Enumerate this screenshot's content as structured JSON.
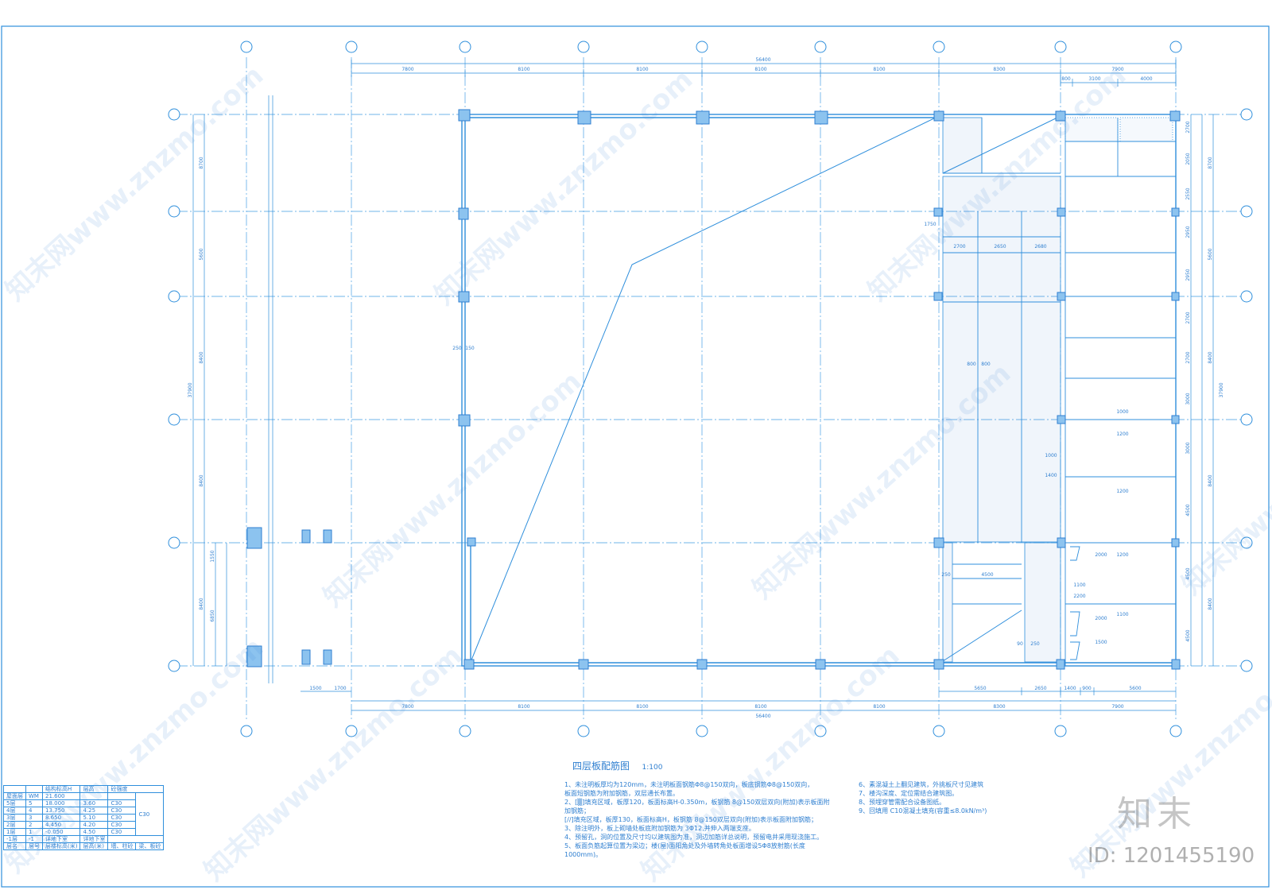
{
  "drawing": {
    "title": "四层板配筋图",
    "scale": "1:100",
    "dims": {
      "overall_top": "56400",
      "overall_bottom": "56400",
      "spans_top": [
        "7800",
        "8100",
        "8100",
        "8100",
        "8100",
        "8300",
        "7900"
      ],
      "spans_top_sub": [
        "800",
        "3100",
        "4000"
      ],
      "spans_bottom": [
        "7800",
        "8100",
        "8100",
        "8100",
        "8100",
        "8300",
        "7900"
      ],
      "spans_bottom_sub": [
        "5650",
        "2650",
        "1400",
        "900",
        "5600"
      ],
      "left_spans": [
        "8700",
        "5600",
        "8400",
        "8400",
        "8400"
      ],
      "left_total": "37900",
      "left_extra": [
        "1550",
        "6850"
      ],
      "left_bottom": [
        "1500",
        "1700"
      ],
      "right_spans": [
        "8700",
        "5600",
        "8400",
        "8400",
        "8400"
      ],
      "right_total": "37900",
      "right_sub": [
        "2700",
        "2050",
        "2550",
        "2950",
        "2950",
        "2700",
        "2700",
        "3000",
        "3000",
        "4500",
        "4500",
        "4500"
      ],
      "center_width": [
        "250",
        "150"
      ],
      "stair_dims": [
        "2700",
        "2650",
        "2680",
        "1750",
        "800",
        "800"
      ],
      "lower_dims": [
        "4500",
        "250",
        "90",
        "250"
      ],
      "room_dims": [
        "1000",
        "1200",
        "1200",
        "1200",
        "1000",
        "2000",
        "2000",
        "1500",
        "1100",
        "1100",
        "2200",
        "1400"
      ]
    }
  },
  "notes_left": [
    "1、未注明板厚均为120mm，未注明板面钢筋Φ8@150双向，板底钢筋Φ8@150双向，",
    "板面短钢筋为附加钢筋，双层通长布置。",
    "2、[▒]填充区域，板厚120，板面标高H-0.350m，板钢筋 8@150双层双向(附加)表示板面附加钢筋；",
    "[//]填充区域，板厚130，板面标高H，板钢筋 8@150双层双向(附加)表示板面附加钢筋；",
    "3、除注明外，板上砌墙处板底附加钢筋为 3Φ12,并伸入两端支座。",
    "4、预留孔，洞的位置及尺寸均以建筑图为准，洞边加筋详总说明，预留电井采用现浇施工。",
    "5、板面负筋起算位置为梁边；楼(屋)面阳角处及外墙转角处板面增设5Φ8放射筋(长度1000mm)。"
  ],
  "notes_right": [
    "6、素混凝土上翻见建筑，外挑板尺寸见建筑",
    "7、楼沟深度、定位需结合建筑图。",
    "8、预埋穿管需配合设备图纸。",
    "9、回填用 C10混凝土填充(容重≤8.0kN/m³)"
  ],
  "floor_table": {
    "headers": [
      "",
      "",
      "结构标高H",
      "层高",
      "砼强度"
    ],
    "rows": [
      [
        "屋面层",
        "WM",
        "21.600",
        "",
        ""
      ],
      [
        "5层",
        "5",
        "18.000",
        "3.60",
        "C30"
      ],
      [
        "4层",
        "4",
        "13.750",
        "4.25",
        "C30"
      ],
      [
        "3层",
        "3",
        "8.650",
        "5.10",
        "C30"
      ],
      [
        "2层",
        "2",
        "4.450",
        "4.20",
        "C30"
      ],
      [
        "1层",
        "1",
        "-0.050",
        "4.50",
        "C30"
      ],
      [
        "-1层",
        "-1",
        "详地下室",
        "详地下室",
        ""
      ]
    ],
    "merged_grade": "C30",
    "footer": [
      "层名",
      "层号",
      "层楼标高(米)",
      "层高(米)",
      "墙、柱砼",
      "梁、板砼"
    ]
  },
  "watermark": {
    "text": "知末网www.znzmo.com",
    "brand": "知末",
    "image_id": "ID: 1201455190"
  }
}
